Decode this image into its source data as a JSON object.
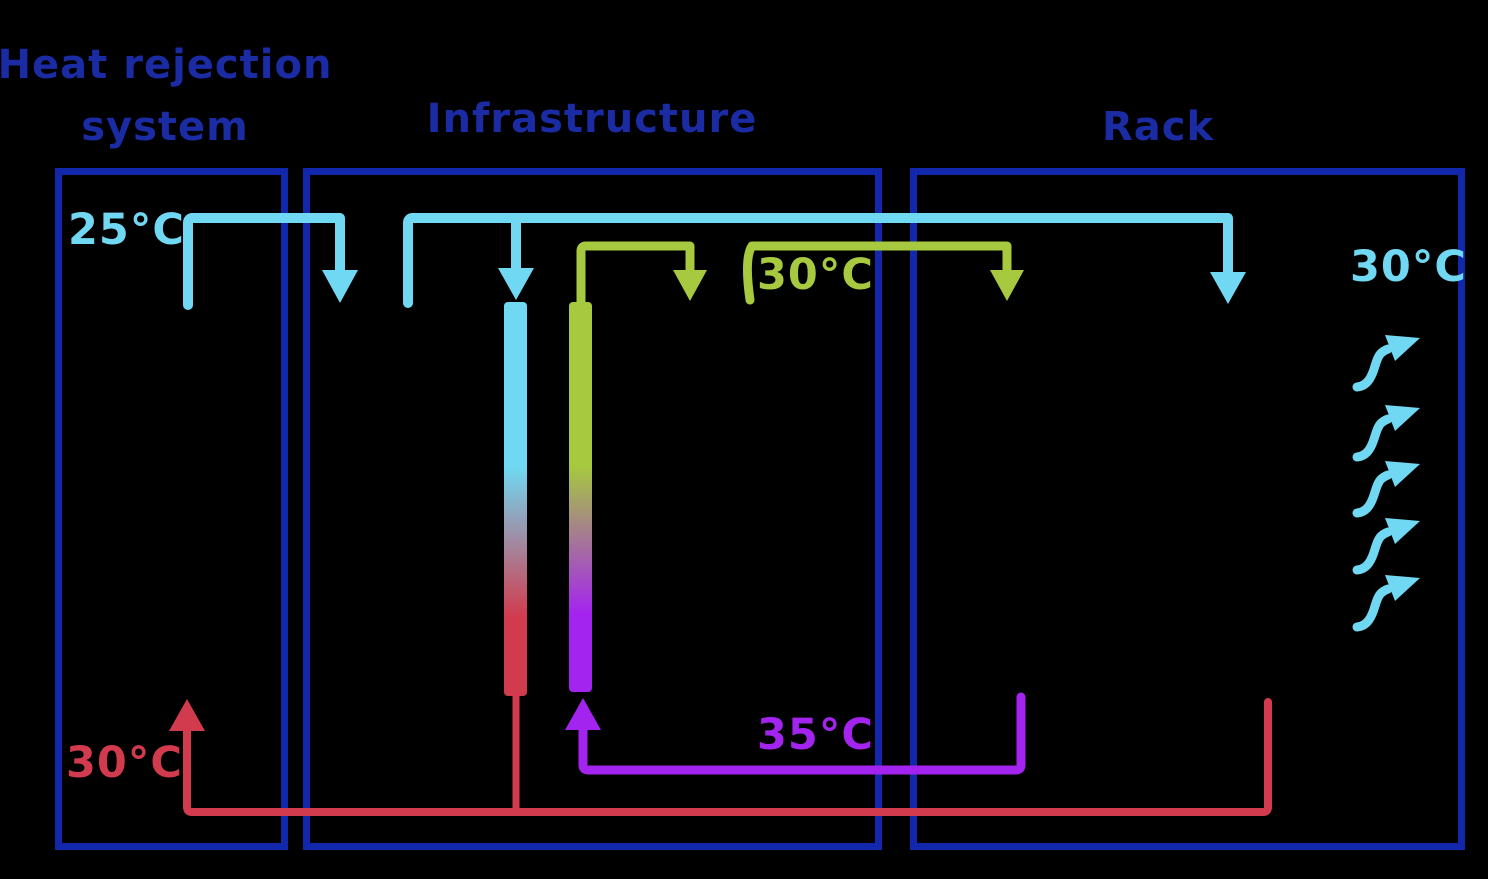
{
  "boxes": {
    "heat": {
      "title": "Heat rejection\nsystem"
    },
    "infra": {
      "title": "Infrastructure"
    },
    "rack": {
      "title": "Rack"
    }
  },
  "labels": {
    "chiller_supply": "25°C",
    "infra_supply": "30°C",
    "rack_air": "30°C",
    "chiller_return": "30°C",
    "rack_return": "35°C"
  },
  "airflow_arrow_count": 5,
  "colors": {
    "background": "#000000",
    "frame": "#1128ad",
    "title": "#1a2ba4",
    "cold": "#70d8f2",
    "cool": "#a6c93f",
    "hot": "#d23b4e",
    "warm": "#a424ef"
  }
}
